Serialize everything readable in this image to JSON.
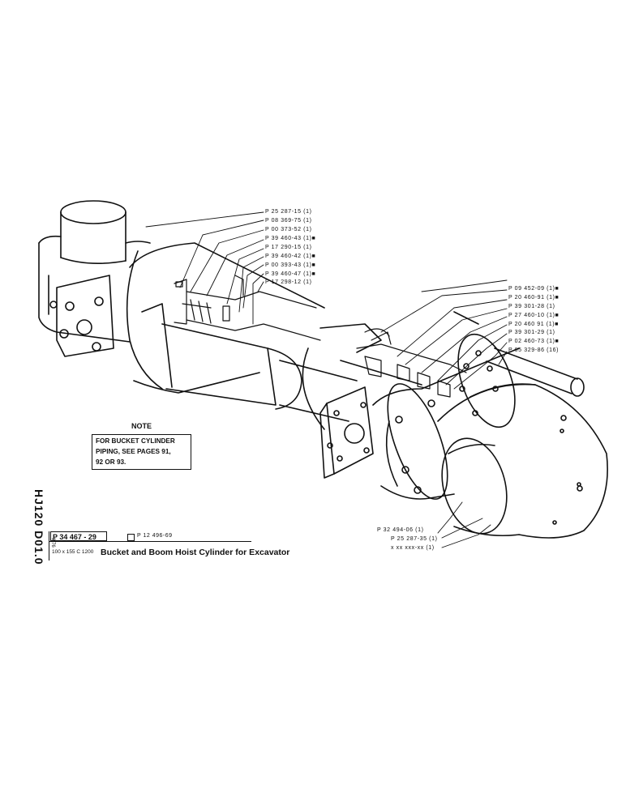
{
  "callouts_top": [
    {
      "text": "P 25 287-15 (1)",
      "marker": ""
    },
    {
      "text": "P 08 369-75 (1)",
      "marker": ""
    },
    {
      "text": "P 00 373-52 (1)",
      "marker": ""
    },
    {
      "text": "P 39 460-43 (1)",
      "marker": "■"
    },
    {
      "text": "P 17 290-15 (1)",
      "marker": ""
    },
    {
      "text": "P 39 460-42 (1)",
      "marker": "■"
    },
    {
      "text": "P 00 393-43 (1)",
      "marker": "■"
    },
    {
      "text": "P 39 460-47 (1)",
      "marker": "■"
    },
    {
      "text": "P 17 298-12 (1)",
      "marker": ""
    }
  ],
  "callouts_right": [
    {
      "text": "P 09 452-09 (1)",
      "marker": "■"
    },
    {
      "text": "P 20 460-91 (1)",
      "marker": "■"
    },
    {
      "text": "P 39 301-28 (1)",
      "marker": ""
    },
    {
      "text": "P 27 460-10 (1)",
      "marker": "■"
    },
    {
      "text": "P 20 460 91 (1)",
      "marker": "■"
    },
    {
      "text": "P 39 301-29 (1)",
      "marker": ""
    },
    {
      "text": "P 02 460-73 (1)",
      "marker": "■"
    },
    {
      "text": "P 05 329-86 (16)",
      "marker": ""
    }
  ],
  "callouts_bottom": [
    {
      "text": "P 32 494-06 (1)"
    },
    {
      "text": "P 25 287-35 (1)"
    },
    {
      "text": "x xx xxx-xx (1)"
    }
  ],
  "note": {
    "title": "NOTE",
    "lines": [
      "FOR BUCKET CYLINDER",
      "PIPING, SEE PAGES 91,",
      "92 OR 93."
    ]
  },
  "doc_code": "HJ120 D01.0",
  "date_code": "9.76",
  "part_number": "P 34 467 - 29",
  "alt_part_number": "P 12 496-69",
  "model_code": "100 x 155 C 1200",
  "title": "Bucket and Boom Hoist Cylinder for Excavator"
}
